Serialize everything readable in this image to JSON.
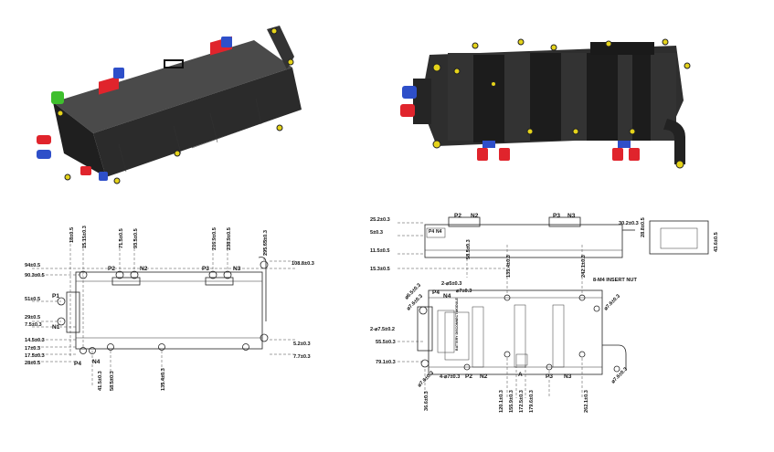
{
  "colors": {
    "housing": "#2b2b2b",
    "red_terminal": "#e0242c",
    "blue_terminal": "#2e4fc9",
    "green_terminal": "#3fbf2e",
    "yellow_grommet": "#e5d31a",
    "line": "#222222"
  },
  "top_view": {
    "labels": {
      "p1": "P1",
      "p2": "P2",
      "p3": "P3",
      "p4": "P4",
      "n1": "N1",
      "n2": "N2",
      "n3": "N3",
      "n4": "N4"
    },
    "left_dims": [
      "94±0.5",
      "90.3±0.5",
      "51±0.5",
      "29±0.5",
      "7.5±0.3",
      "14.5±0.3",
      "17±0.3",
      "17.5±0.3",
      "28±0.5"
    ],
    "top_dims": [
      "18±0.5",
      "15.15±0.3",
      "71.5±0.5",
      "93.5±0.5",
      "216.9±0.5",
      "238.9±0.5",
      "295.65±0.3"
    ],
    "right_dims": [
      "108.8±0.3",
      "5.2±0.3",
      "7.7±0.3"
    ],
    "bottom_dims": [
      "41.5±0.3",
      "58.5±0.3",
      "135.4±0.3"
    ]
  },
  "right_view": {
    "labels": {
      "p2": "P2",
      "n2": "N2",
      "p3": "P3",
      "n3": "N3",
      "p4": "P4",
      "n4": "N4",
      "a": "A",
      "insert_nut": "8-M4 INSERT NUT",
      "holes2": "2-⌀5±0.3",
      "hole_small": "⌀7±0.3",
      "holes_slot": "2-⌀7.5±0.2",
      "holes4": "4-⌀7±0.3",
      "sticker": "BATTERY DISCONNECT MODULE"
    },
    "left_dims": [
      "25.2±0.3",
      "5±0.3",
      "11.5±0.5",
      "15.3±0.5",
      "55.5±0.3",
      "79.1±0.3"
    ],
    "top_dims": [
      "58.5±0.3",
      "135.4±0.3",
      "242.1±0.3",
      "30.2±0.3",
      "28.8±0.5",
      "43.6±0.5"
    ],
    "angle_dims": [
      "⌀7.6±0.3",
      "⌀7.6±0.3",
      "⌀7.6±0.3",
      "⌀7.6±0.3",
      "⌀6.5±0.3"
    ],
    "bottom_dims": [
      "36.6±0.3",
      "120.1±0.3",
      "155.9±0.3",
      "172.5±0.3",
      "179.6±0.3",
      "262.1±0.3"
    ]
  }
}
